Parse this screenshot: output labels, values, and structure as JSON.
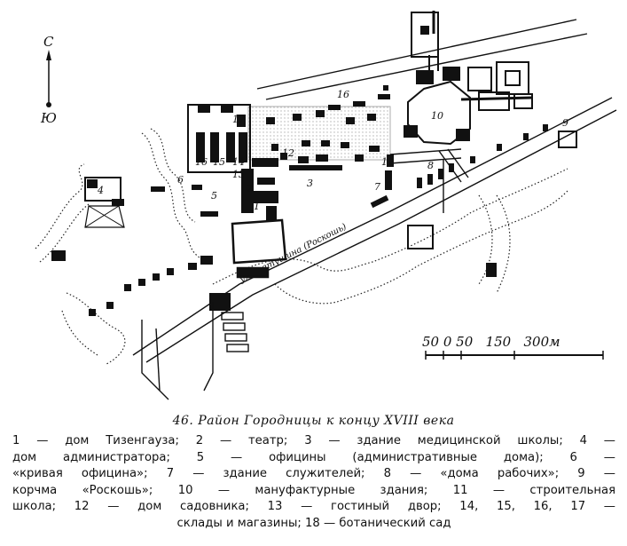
{
  "compass": {
    "north": "С",
    "south": "Ю"
  },
  "street_label": "ул Агетушина (Роскошь)",
  "scale_bar": {
    "label": "50 0 50   150   300м"
  },
  "map_numbers": [
    "1",
    "2",
    "3",
    "4",
    "5",
    "6",
    "7",
    "8",
    "9",
    "10",
    "11",
    "12",
    "13",
    "14",
    "15",
    "16",
    "17",
    "16"
  ],
  "caption": "46. Район Городницы к концу XVIII века",
  "legend_lines": [
    "1 — дом Тизенгауза; 2 — театр; 3 — здание медицинской школы; 4 —",
    "дом администратора; 5 — официны (административные дома); 6 —",
    "«кривая официна»; 7 — здание служителей; 8 — «дома рабочих»; 9 —",
    "корчма «Роскошь»; 10 — мануфактурные здания; 11 — строительная",
    "школа; 12 — дом садовника; 13 — гостиный двор; 14, 15, 16, 17 —",
    "склады и магазины; 18 — ботанический сад"
  ]
}
